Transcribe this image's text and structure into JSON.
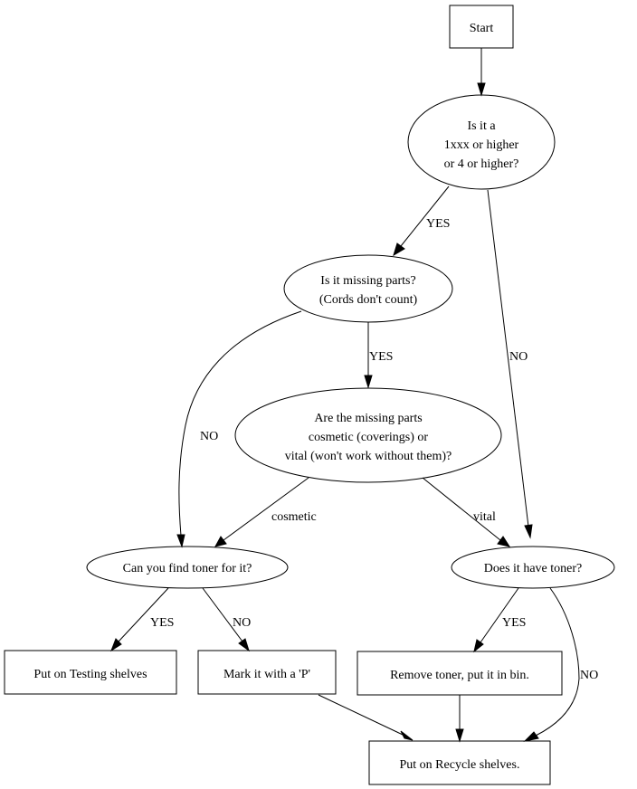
{
  "diagram": {
    "type": "flowchart",
    "nodes": {
      "start": {
        "shape": "box",
        "lines": [
          "Start"
        ]
      },
      "q_model": {
        "shape": "ellipse",
        "lines": [
          "Is it a",
          "1xxx or higher",
          "or 4 or higher?"
        ]
      },
      "q_missing": {
        "shape": "ellipse",
        "lines": [
          "Is it missing parts?",
          "(Cords don't count)"
        ]
      },
      "q_cosmetic": {
        "shape": "ellipse",
        "lines": [
          "Are the missing parts",
          "cosmetic (coverings) or",
          "vital (won't work without them)?"
        ]
      },
      "q_find_toner": {
        "shape": "ellipse",
        "lines": [
          "Can you find toner for it?"
        ]
      },
      "q_has_toner": {
        "shape": "ellipse",
        "lines": [
          "Does it have toner?"
        ]
      },
      "testing": {
        "shape": "box",
        "lines": [
          "Put on Testing shelves"
        ]
      },
      "mark_p": {
        "shape": "box",
        "lines": [
          "Mark it with a 'P'"
        ]
      },
      "remove_toner": {
        "shape": "box",
        "lines": [
          "Remove toner, put it in bin."
        ]
      },
      "recycle": {
        "shape": "box",
        "lines": [
          "Put on Recycle shelves."
        ]
      }
    },
    "edges": [
      {
        "from": "start",
        "to": "q_model",
        "label": ""
      },
      {
        "from": "q_model",
        "to": "q_missing",
        "label": "YES"
      },
      {
        "from": "q_model",
        "to": "q_has_toner",
        "label": "NO"
      },
      {
        "from": "q_missing",
        "to": "q_cosmetic",
        "label": "YES"
      },
      {
        "from": "q_missing",
        "to": "q_find_toner",
        "label": "NO"
      },
      {
        "from": "q_cosmetic",
        "to": "q_find_toner",
        "label": "cosmetic"
      },
      {
        "from": "q_cosmetic",
        "to": "q_has_toner",
        "label": "vital"
      },
      {
        "from": "q_find_toner",
        "to": "testing",
        "label": "YES"
      },
      {
        "from": "q_find_toner",
        "to": "mark_p",
        "label": "NO"
      },
      {
        "from": "q_has_toner",
        "to": "remove_toner",
        "label": "YES"
      },
      {
        "from": "q_has_toner",
        "to": "recycle",
        "label": "NO"
      },
      {
        "from": "mark_p",
        "to": "recycle",
        "label": ""
      },
      {
        "from": "remove_toner",
        "to": "recycle",
        "label": ""
      }
    ]
  }
}
